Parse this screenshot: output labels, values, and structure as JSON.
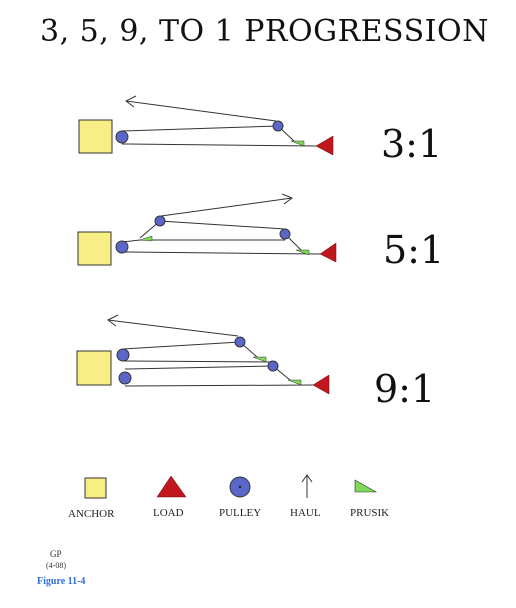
{
  "title": "3, 5, 9, TO 1 PROGRESSION",
  "systems": [
    {
      "ratio": "3:1"
    },
    {
      "ratio": "5:1"
    },
    {
      "ratio": "9:1"
    }
  ],
  "legend": {
    "anchor": "ANCHOR",
    "load": "LOAD",
    "pulley": "PULLEY",
    "haul": "HAUL",
    "prusik": "PRUSIK"
  },
  "credit": {
    "initials": "GP",
    "date": "(4-08)"
  },
  "figure_label": "Figure 11-4",
  "colors": {
    "anchor": "#f7ee84",
    "load": "#c0161c",
    "pulley": "#5a67c9",
    "prusik": "#7ed957",
    "rope": "#333333"
  },
  "icons": {
    "anchor": "square-icon",
    "load": "triangle-icon",
    "pulley": "circle-icon",
    "haul": "arrow-up-icon",
    "prusik": "right-triangle-icon"
  }
}
